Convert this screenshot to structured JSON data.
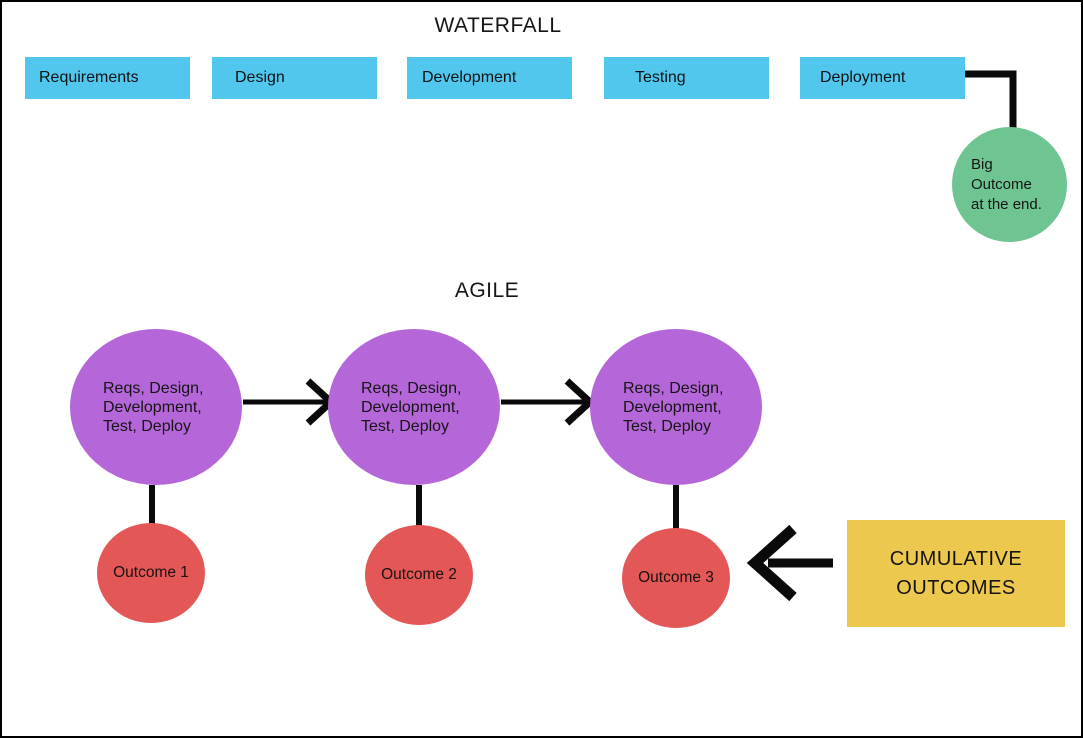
{
  "colors": {
    "stage-blue": "#51C7EE",
    "outcome-green": "#6EC592",
    "sprint-purple": "#B566D9",
    "outcome-red": "#E35757",
    "cumulative-yellow": "#EDC84E",
    "line-black": "#0a0a0a",
    "text-dark": "#1d1d1d",
    "canvas-bg": "#ffffff"
  },
  "waterfall": {
    "title": "WATERFALL",
    "stages": [
      "Requirements",
      "Design",
      "Development",
      "Testing",
      "Deployment"
    ],
    "final_outcome": "Big\nOutcome\nat the end."
  },
  "agile": {
    "title": "AGILE",
    "sprints": [
      {
        "label": "Reqs, Design,\nDevelopment,\nTest, Deploy",
        "outcome": "Outcome 1"
      },
      {
        "label": "Reqs, Design,\nDevelopment,\nTest, Deploy",
        "outcome": "Outcome 2"
      },
      {
        "label": "Reqs, Design,\nDevelopment,\nTest, Deploy",
        "outcome": "Outcome 3"
      }
    ],
    "cumulative_label": "CUMULATIVE\nOUTCOMES"
  }
}
